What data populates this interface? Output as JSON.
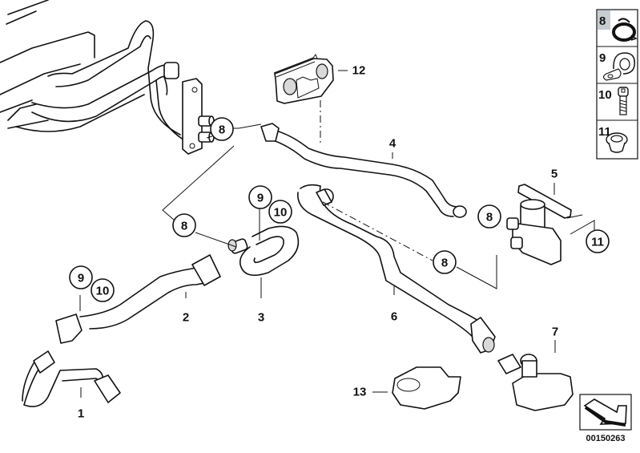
{
  "diagram": {
    "title": "Heater hoses / auxiliary water pump parts diagram",
    "reference_number": "00150263",
    "part_labels": {
      "p1": "1",
      "p2": "2",
      "p3": "3",
      "p4": "4",
      "p5": "5",
      "p6": "6",
      "p7": "7",
      "p12": "12",
      "p13": "13"
    },
    "callouts": {
      "c8_heater": "8",
      "c8_left": "8",
      "c9_hose3": "9",
      "c10_hose3": "10",
      "c9_hose2": "9",
      "c10_hose2": "10",
      "c8_valve": "8",
      "c8_mid": "8",
      "c11_valve": "11"
    },
    "legend": [
      {
        "number": "8",
        "icon": "hose-clamp-icon"
      },
      {
        "number": "9",
        "icon": "pipe-clip-icon"
      },
      {
        "number": "10",
        "icon": "bolt-icon"
      },
      {
        "number": "11",
        "icon": "rubber-grommet-icon"
      }
    ],
    "nav_icon": "next-page-arrow-icon"
  }
}
